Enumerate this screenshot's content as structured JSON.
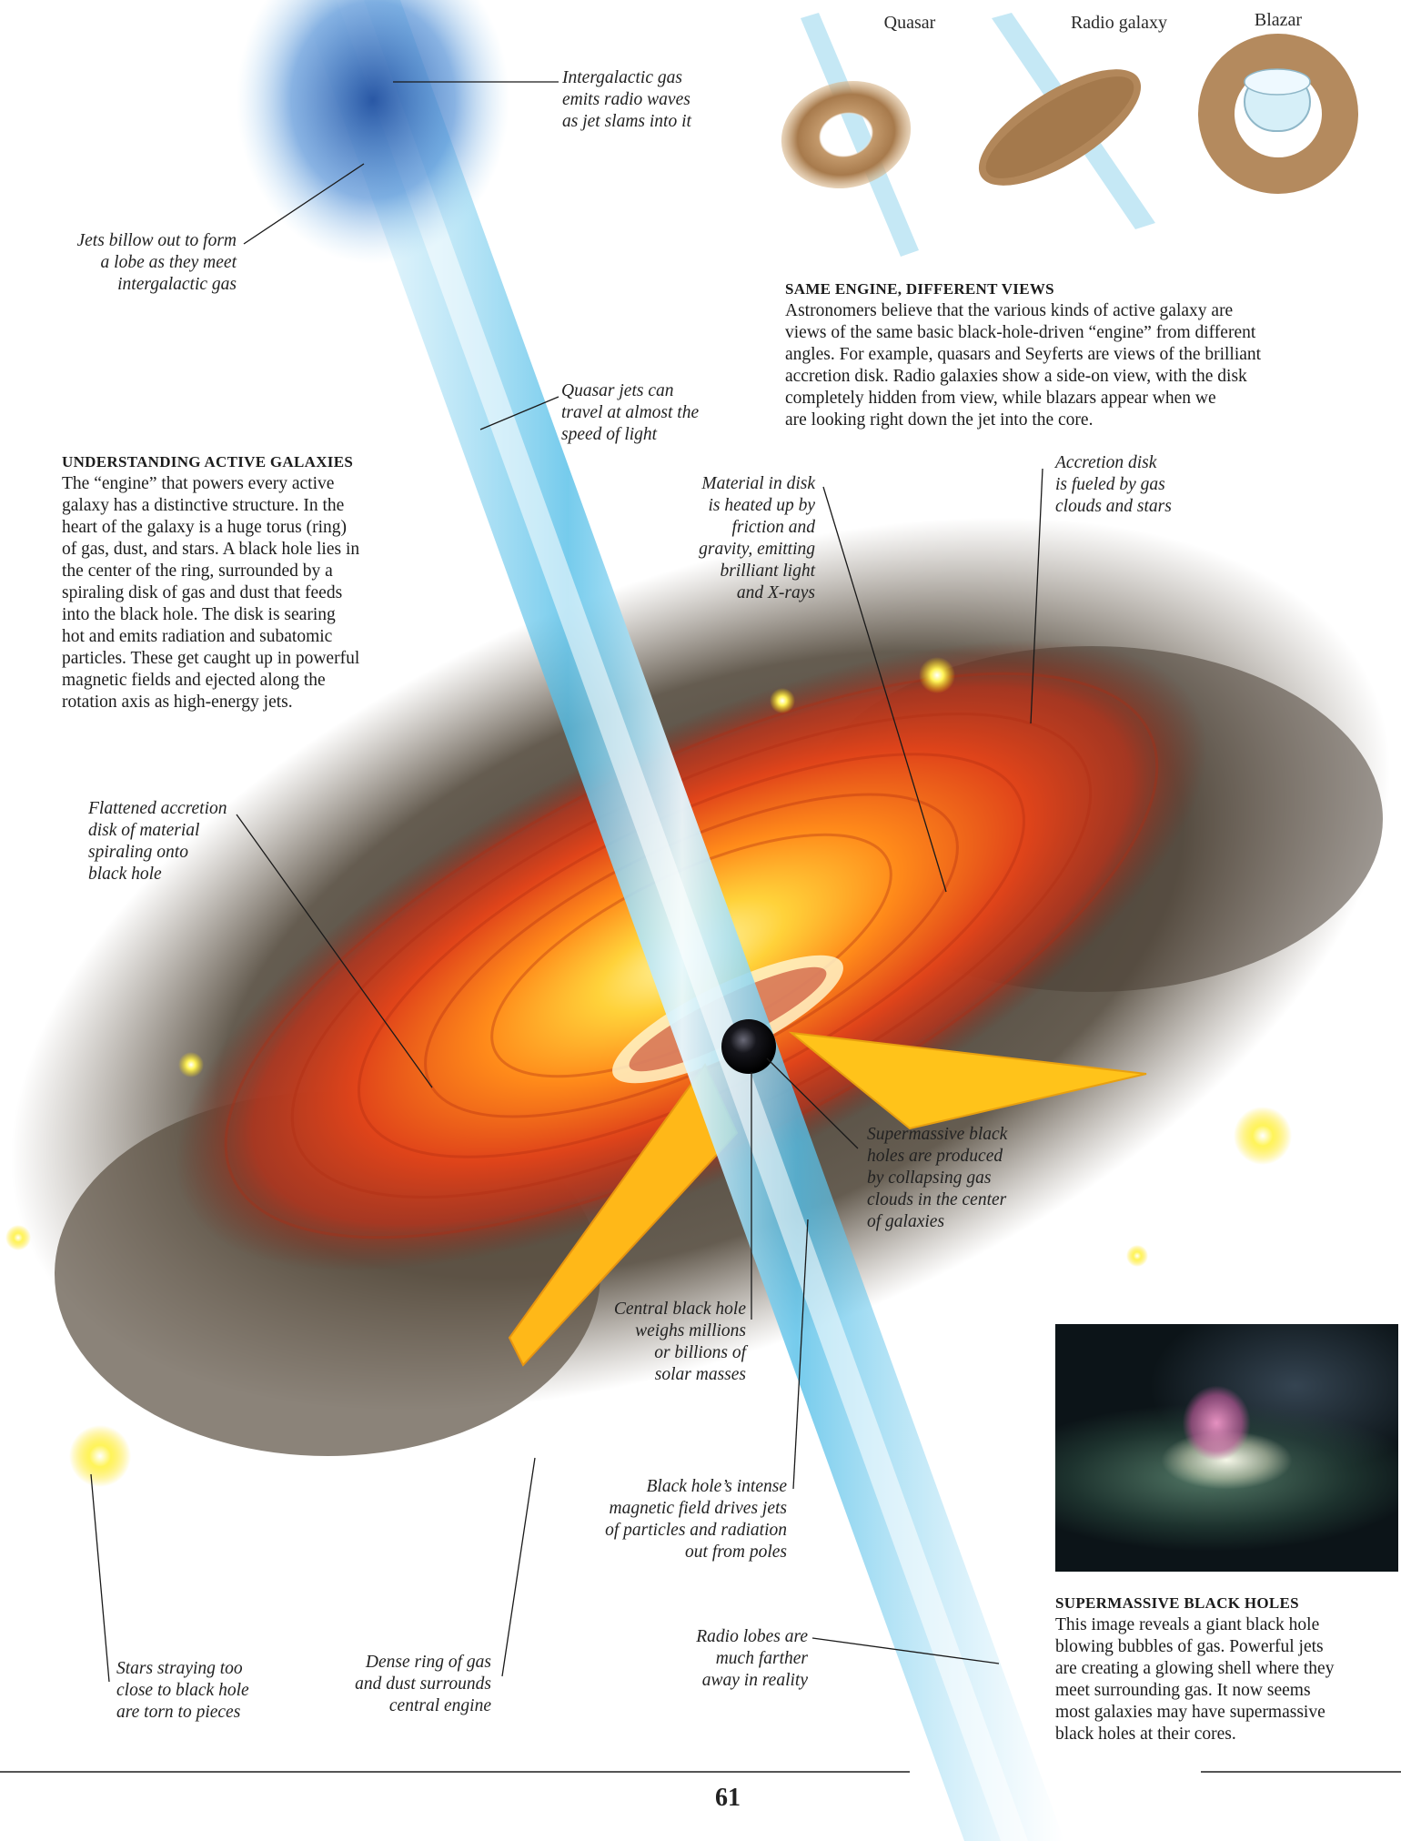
{
  "views": {
    "quasar": "Quasar",
    "radio_galaxy": "Radio galaxy",
    "blazar": "Blazar"
  },
  "same_engine": {
    "heading": "SAME ENGINE, DIFFERENT VIEWS",
    "lines": [
      "Astronomers believe that the various kinds of active galaxy are",
      "views of the same basic black-hole-driven “engine” from different",
      "angles. For example, quasars and Seyferts are views of the brilliant",
      "accretion disk. Radio galaxies show a side-on view, with the disk",
      "completely hidden from view, while blazars appear when we",
      "are looking right down the jet into the core."
    ]
  },
  "understanding": {
    "heading": "UNDERSTANDING ACTIVE GALAXIES",
    "lines": [
      "The “engine” that powers every active",
      "galaxy has a distinctive structure. In the",
      "heart of the galaxy is a huge torus (ring)",
      "of gas, dust, and stars. A black hole lies in",
      "the center of the ring, surrounded by a",
      "spiraling disk of gas and dust that feeds",
      "into the black hole. The disk is searing",
      "hot and emits radiation and subatomic",
      "particles. These get caught up in powerful",
      "magnetic fields and ejected along the",
      "rotation axis as high-energy jets."
    ]
  },
  "supermassive": {
    "heading": "SUPERMASSIVE BLACK HOLES",
    "lines": [
      "This image reveals a giant black hole",
      "blowing bubbles of gas. Powerful jets",
      "are creating a glowing shell where they",
      "meet surrounding gas. It now seems",
      "most galaxies may have supermassive",
      "black holes at their cores."
    ]
  },
  "labels": {
    "intergalactic_gas": "Intergalactic gas\nemits radio waves\nas jet slams into it",
    "jets_billow": "Jets billow out to form\na lobe as they meet\nintergalactic gas",
    "quasar_jets": "Quasar jets can\ntravel at almost the\nspeed of light",
    "material_in_disk": "Material in disk\nis heated up by\nfriction and\ngravity, emitting\nbrilliant light\nand X-rays",
    "accretion_fueled": "Accretion disk\nis fueled by gas\nclouds and stars",
    "flattened_disk": "Flattened accretion\ndisk of material\nspiraling onto\nblack hole",
    "supermassive_produced": "Supermassive black\nholes are produced\nby collapsing gas\nclouds in the center\nof galaxies",
    "central_black_hole": "Central black hole\nweighs millions\nor billions of\nsolar masses",
    "magnetic_field": "Black hole’s intense\nmagnetic field drives jets\nof particles and radiation\nout from poles",
    "radio_lobes": "Radio lobes are\nmuch farther\naway in reality",
    "stars_straying": "Stars straying too\nclose to black hole\nare torn to pieces",
    "dense_ring": "Dense ring of gas\nand dust surrounds\ncentral engine"
  },
  "page_number": "61"
}
